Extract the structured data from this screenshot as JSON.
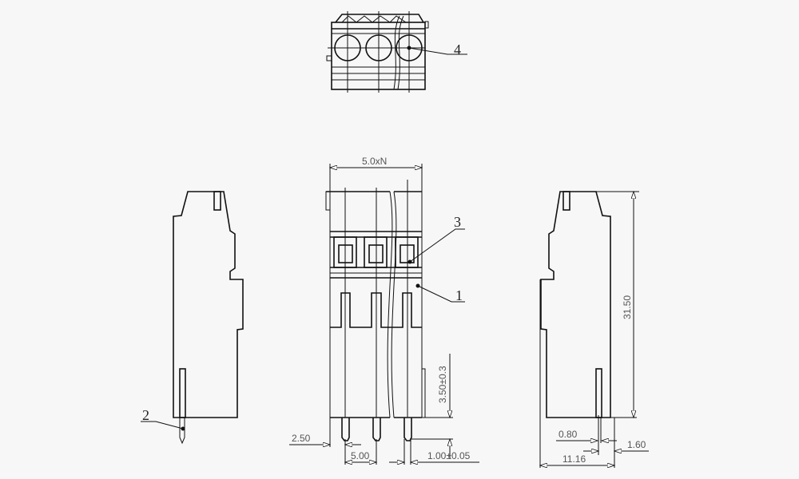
{
  "callouts": {
    "c1": "1",
    "c2": "2",
    "c3": "3",
    "c4": "4"
  },
  "dimensions": {
    "pitch_n": "5.0xN",
    "height": "31.50",
    "pin_length": "3.50±0.3",
    "edge_offset": "2.50",
    "pitch": "5.00",
    "pin_width": "1.00±0.05",
    "pin_thickness": "0.80",
    "pin_offset": "1.60",
    "depth": "11.16"
  }
}
